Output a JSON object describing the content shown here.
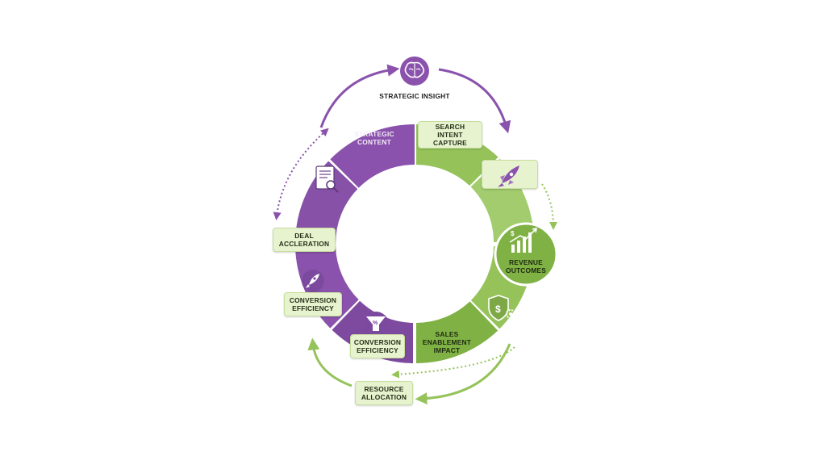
{
  "labels": {
    "strategic_insight": "STRATEGIC INSIGHT",
    "strategic_content": "STRATEGIC CONTENT",
    "search_intent_capture": "SEARCH INTENT CAPTURE",
    "revenue_outcomes": "REVENUE OUTCOMES",
    "sales_enablement_impact": "SALES ENABLEMENT IMPACT",
    "conversion_efficiency_bottom": "CONVERSION EFFICIENCY",
    "conversion_efficiency_left": "CONVERSION EFFICIENCY",
    "deal_acceleration": "DEAL ACCLERATION",
    "resource_allocation": "RESOURCE ALLOCATION"
  },
  "icons": {
    "top_node": "brain-icon",
    "strategic_content": "document-search-icon",
    "search_intent": "rocket-icon",
    "revenue": "growth-chart-icon",
    "sales_enablement": "shield-dollar-gear-icon",
    "conversion_bottom": "percent-funnel-icon",
    "conversion_left": "rocket-icon"
  },
  "colors": {
    "purple": "#8a52ac",
    "purple_dark": "#7b4a9e",
    "green": "#95c35a",
    "green_dark": "#6f9e39",
    "green_light": "#e7f2cf"
  }
}
